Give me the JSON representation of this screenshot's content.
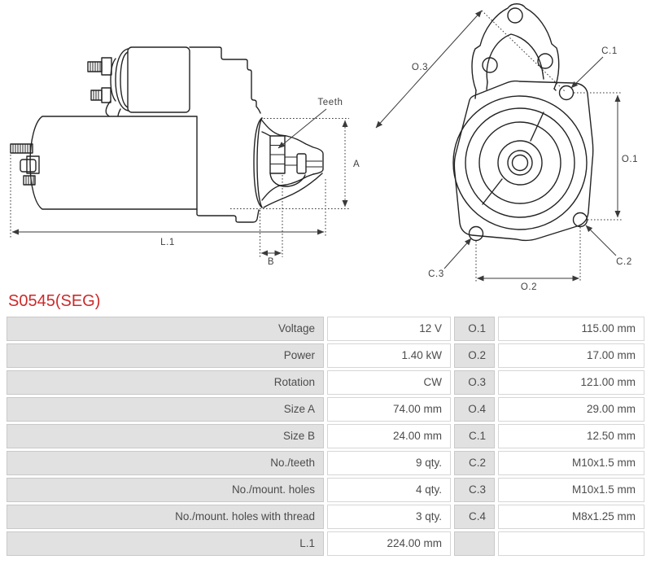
{
  "title": "S0545(SEG)",
  "colors": {
    "title_red": "#cc2a2a",
    "cell_gray": "#e1e1e1",
    "cell_border": "#c9c9c9",
    "text_gray": "#4c4c4c",
    "line_dark": "#232323"
  },
  "diagram": {
    "side_view": {
      "labels": {
        "teeth": "Teeth",
        "a": "A",
        "b": "B",
        "l1": "L.1"
      }
    },
    "front_view": {
      "labels": {
        "o3": "O.3",
        "o1": "O.1",
        "o2": "O.2",
        "c1": "C.1",
        "c2": "C.2",
        "c3": "C.3"
      }
    }
  },
  "table": {
    "rows": [
      {
        "label": "Voltage",
        "value": "12 V",
        "dim": "O.1",
        "dim_value": "115.00 mm"
      },
      {
        "label": "Power",
        "value": "1.40 kW",
        "dim": "O.2",
        "dim_value": "17.00 mm"
      },
      {
        "label": "Rotation",
        "value": "CW",
        "dim": "O.3",
        "dim_value": "121.00 mm"
      },
      {
        "label": "Size A",
        "value": "74.00 mm",
        "dim": "O.4",
        "dim_value": "29.00 mm"
      },
      {
        "label": "Size B",
        "value": "24.00 mm",
        "dim": "C.1",
        "dim_value": "12.50 mm"
      },
      {
        "label": "No./teeth",
        "value": "9 qty.",
        "dim": "C.2",
        "dim_value": "M10x1.5 mm"
      },
      {
        "label": "No./mount. holes",
        "value": "4 qty.",
        "dim": "C.3",
        "dim_value": "M10x1.5 mm"
      },
      {
        "label": "No./mount. holes with thread",
        "value": "3 qty.",
        "dim": "C.4",
        "dim_value": "M8x1.25 mm"
      },
      {
        "label": "L.1",
        "value": "224.00 mm",
        "dim": "",
        "dim_value": ""
      }
    ]
  }
}
